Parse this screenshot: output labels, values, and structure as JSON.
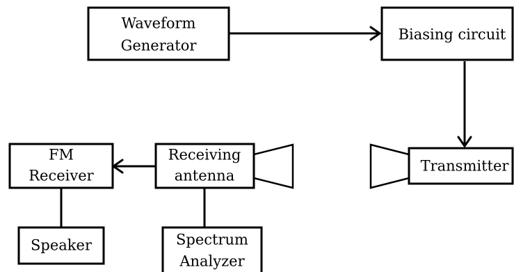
{
  "diagram": {
    "blocks": {
      "waveform_generator": {
        "lines": [
          "Waveform",
          "Generator"
        ]
      },
      "biasing_circuit": {
        "lines": [
          "Biasing circuit"
        ]
      },
      "transmitter": {
        "lines": [
          "Transmitter"
        ]
      },
      "receiving_antenna": {
        "lines": [
          "Receiving",
          "antenna"
        ]
      },
      "fm_receiver": {
        "lines": [
          "FM",
          "Receiver"
        ]
      },
      "speaker": {
        "lines": [
          "Speaker"
        ]
      },
      "spectrum_analyzer": {
        "lines": [
          "Spectrum",
          "Analyzer"
        ]
      }
    },
    "connections": [
      {
        "from": "waveform_generator",
        "to": "biasing_circuit",
        "arrow": true
      },
      {
        "from": "biasing_circuit",
        "to": "transmitter",
        "arrow": true
      },
      {
        "from": "receiving_antenna",
        "to": "fm_receiver",
        "arrow": true
      },
      {
        "from": "fm_receiver",
        "to": "speaker",
        "arrow": false
      },
      {
        "from": "receiving_antenna",
        "to": "spectrum_analyzer",
        "arrow": false
      }
    ],
    "antennas": [
      "transmit-horn",
      "receive-horn"
    ]
  }
}
